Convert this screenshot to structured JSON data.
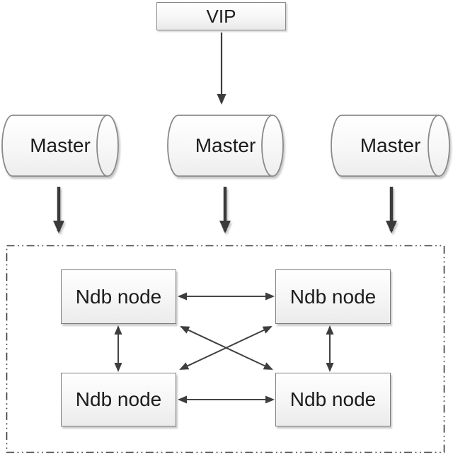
{
  "vip": {
    "label": "VIP"
  },
  "masters": [
    {
      "label": "Master"
    },
    {
      "label": "Master"
    },
    {
      "label": "Master"
    }
  ],
  "ndb_cluster": {
    "nodes": [
      {
        "id": "ndb-top-left",
        "label": "Ndb node"
      },
      {
        "id": "ndb-top-right",
        "label": "Ndb node"
      },
      {
        "id": "ndb-bottom-left",
        "label": "Ndb node"
      },
      {
        "id": "ndb-bottom-right",
        "label": "Ndb node"
      }
    ]
  },
  "connections": [
    {
      "from": "vip",
      "to": "master-2",
      "type": "single-arrow"
    },
    {
      "from": "master-1",
      "to": "ndb-cluster",
      "type": "single-arrow-thick"
    },
    {
      "from": "master-2",
      "to": "ndb-cluster",
      "type": "single-arrow-thick"
    },
    {
      "from": "master-3",
      "to": "ndb-cluster",
      "type": "single-arrow-thick"
    },
    {
      "from": "ndb-top-left",
      "to": "ndb-top-right",
      "type": "double-arrow"
    },
    {
      "from": "ndb-bottom-left",
      "to": "ndb-bottom-right",
      "type": "double-arrow"
    },
    {
      "from": "ndb-top-left",
      "to": "ndb-bottom-left",
      "type": "double-arrow"
    },
    {
      "from": "ndb-top-right",
      "to": "ndb-bottom-right",
      "type": "double-arrow"
    },
    {
      "from": "ndb-top-left",
      "to": "ndb-bottom-right",
      "type": "double-arrow"
    },
    {
      "from": "ndb-top-right",
      "to": "ndb-bottom-left",
      "type": "double-arrow"
    }
  ],
  "colors": {
    "background": "#ffffff",
    "node_border": "#8a8a8a",
    "node_fill_top": "#ffffff",
    "node_fill_bottom": "#ebebeb",
    "arrow": "#3d3d3d",
    "cluster_border": "#3c3c3c",
    "text": "#1c1c1c"
  }
}
